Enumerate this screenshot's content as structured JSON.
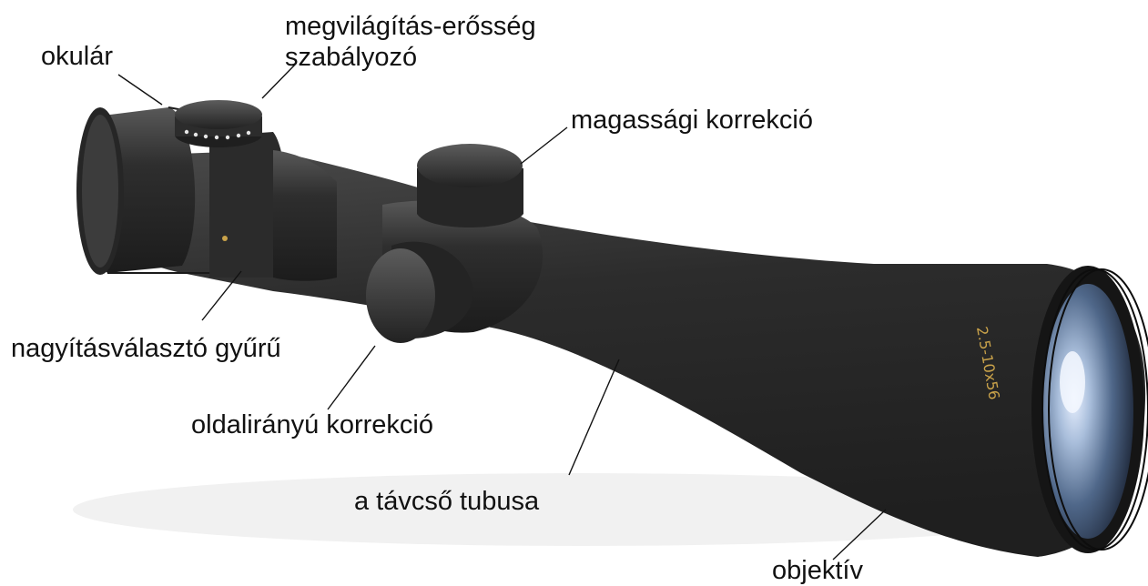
{
  "labels": {
    "eyepiece": "okulár",
    "illumination_line1": "megvilágítás-erősség",
    "illumination_line2": "szabályozó",
    "elevation": "magassági korrekció",
    "magnification_ring": "nagyításválasztó gyűrű",
    "windage": "oldalirányú korrekció",
    "tube": "a távcső tubusa",
    "objective": "objektív"
  },
  "scope_marking": "2.5-10x56",
  "colors": {
    "scope_body": "#2a2a2a",
    "scope_highlight": "#5a5a5a",
    "lens_glass": "#8aa6c8",
    "marking_gold": "#c9a24a",
    "leader_line": "#111111"
  }
}
